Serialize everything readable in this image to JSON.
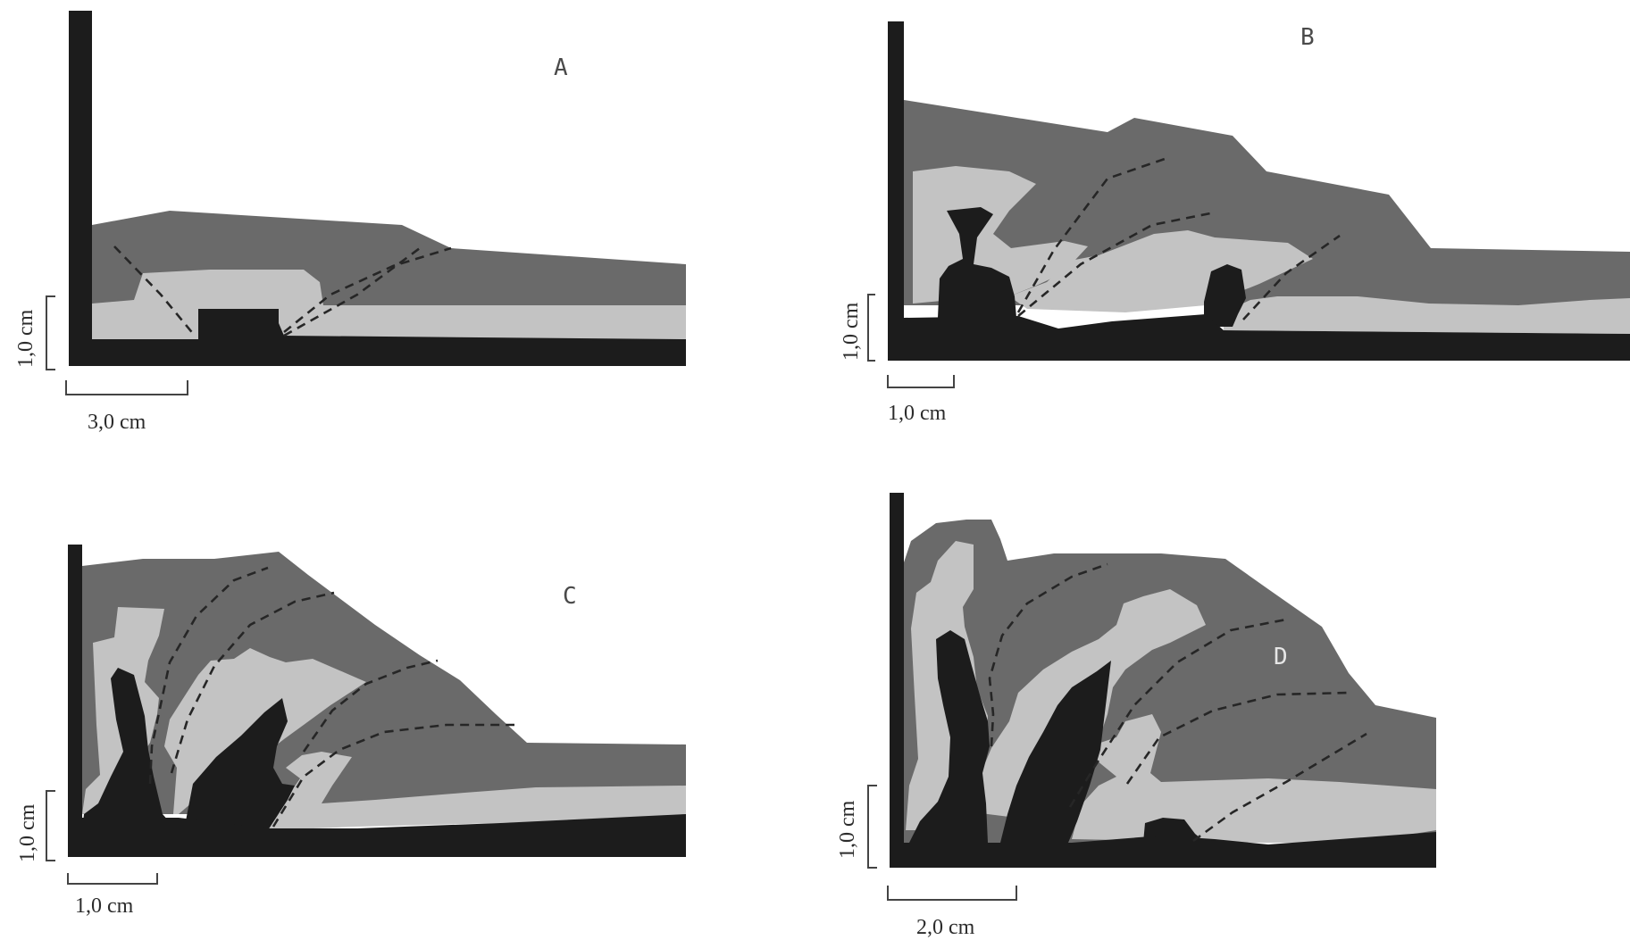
{
  "figure": {
    "colors": {
      "dark": "#1c1c1c",
      "medium": "#6a6a6a",
      "light": "#c3c3c3",
      "fault": "#262626",
      "background": "#ffffff"
    },
    "panels": [
      {
        "id": "A",
        "label": "A",
        "vertical_scale": "1,0 cm",
        "horizontal_scale": "3,0 cm"
      },
      {
        "id": "B",
        "label": "B",
        "vertical_scale": "1,0 cm",
        "horizontal_scale": "1,0 cm"
      },
      {
        "id": "C",
        "label": "C",
        "vertical_scale": "1,0 cm",
        "horizontal_scale": "1,0 cm"
      },
      {
        "id": "D",
        "label": "D",
        "vertical_scale": "1,0 cm",
        "horizontal_scale": "2,0 cm"
      }
    ]
  }
}
